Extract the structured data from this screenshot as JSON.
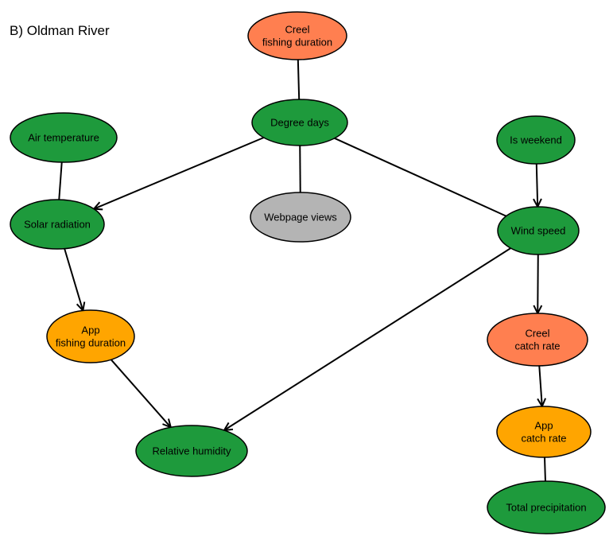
{
  "panel_title": "B) Oldman River",
  "colors": {
    "green": "#1e9a3c",
    "salmon": "#ff7f50",
    "orange": "#ffa500",
    "gray": "#b4b4b4",
    "edge": "#000000"
  },
  "nodes": [
    {
      "id": "creel_fishing_duration",
      "lines": [
        "Creel",
        "fishing duration"
      ],
      "color": "salmon"
    },
    {
      "id": "degree_days",
      "lines": [
        "Degree days"
      ],
      "color": "green"
    },
    {
      "id": "air_temperature",
      "lines": [
        "Air temperature"
      ],
      "color": "green"
    },
    {
      "id": "is_weekend",
      "lines": [
        "Is weekend"
      ],
      "color": "green"
    },
    {
      "id": "solar_radiation",
      "lines": [
        "Solar radiation"
      ],
      "color": "green"
    },
    {
      "id": "webpage_views",
      "lines": [
        "Webpage views"
      ],
      "color": "gray"
    },
    {
      "id": "wind_speed",
      "lines": [
        "Wind speed"
      ],
      "color": "green"
    },
    {
      "id": "app_fishing_duration",
      "lines": [
        "App",
        "fishing duration"
      ],
      "color": "orange"
    },
    {
      "id": "creel_catch_rate",
      "lines": [
        "Creel",
        "catch rate"
      ],
      "color": "salmon"
    },
    {
      "id": "relative_humidity",
      "lines": [
        "Relative humidity"
      ],
      "color": "green"
    },
    {
      "id": "app_catch_rate",
      "lines": [
        "App",
        "catch rate"
      ],
      "color": "orange"
    },
    {
      "id": "total_precipitation",
      "lines": [
        "Total precipitation"
      ],
      "color": "green"
    }
  ],
  "edges": [
    {
      "from": "creel_fishing_duration",
      "to": "degree_days",
      "directed": false
    },
    {
      "from": "degree_days",
      "to": "solar_radiation",
      "directed": true
    },
    {
      "from": "degree_days",
      "to": "webpage_views",
      "directed": false
    },
    {
      "from": "degree_days",
      "to": "wind_speed",
      "directed": false
    },
    {
      "from": "air_temperature",
      "to": "solar_radiation",
      "directed": false
    },
    {
      "from": "is_weekend",
      "to": "wind_speed",
      "directed": true
    },
    {
      "from": "solar_radiation",
      "to": "app_fishing_duration",
      "directed": true
    },
    {
      "from": "app_fishing_duration",
      "to": "relative_humidity",
      "directed": true
    },
    {
      "from": "wind_speed",
      "to": "relative_humidity",
      "directed": true
    },
    {
      "from": "wind_speed",
      "to": "creel_catch_rate",
      "directed": true
    },
    {
      "from": "creel_catch_rate",
      "to": "app_catch_rate",
      "directed": true
    },
    {
      "from": "app_catch_rate",
      "to": "total_precipitation",
      "directed": false
    }
  ]
}
